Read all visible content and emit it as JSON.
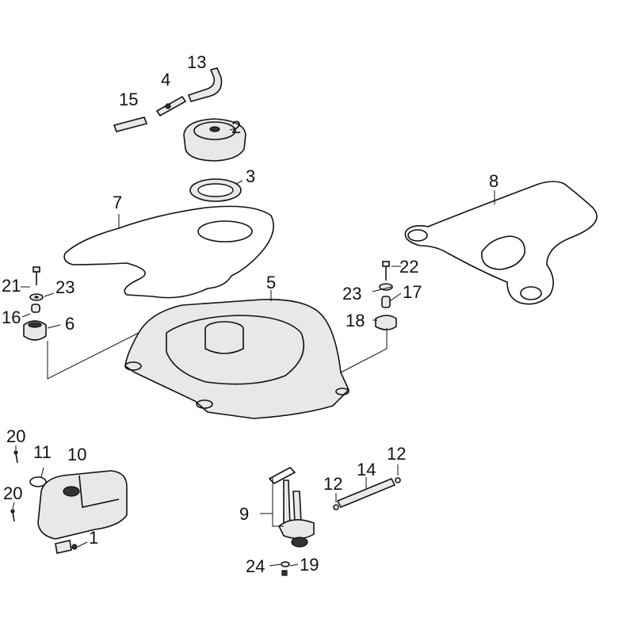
{
  "diagram": {
    "title": "Fuel tank exploded parts diagram",
    "callouts": [
      {
        "id": "c13",
        "text": "13"
      },
      {
        "id": "c4",
        "text": "4"
      },
      {
        "id": "c15",
        "text": "15"
      },
      {
        "id": "c2",
        "text": "2"
      },
      {
        "id": "c3",
        "text": "3"
      },
      {
        "id": "c7",
        "text": "7"
      },
      {
        "id": "c8",
        "text": "8"
      },
      {
        "id": "c5",
        "text": "5"
      },
      {
        "id": "c21",
        "text": "21"
      },
      {
        "id": "c23a",
        "text": "23"
      },
      {
        "id": "c22",
        "text": "22"
      },
      {
        "id": "c23b",
        "text": "23"
      },
      {
        "id": "c17",
        "text": "17"
      },
      {
        "id": "c16",
        "text": "16"
      },
      {
        "id": "c6",
        "text": "6"
      },
      {
        "id": "c18",
        "text": "18"
      },
      {
        "id": "c20a",
        "text": "20"
      },
      {
        "id": "c11",
        "text": "11"
      },
      {
        "id": "c10",
        "text": "10"
      },
      {
        "id": "c20b",
        "text": "20"
      },
      {
        "id": "c1",
        "text": "1"
      },
      {
        "id": "c12a",
        "text": "12"
      },
      {
        "id": "c14",
        "text": "14"
      },
      {
        "id": "c12b",
        "text": "12"
      },
      {
        "id": "c9",
        "text": "9"
      },
      {
        "id": "c24",
        "text": "24"
      },
      {
        "id": "c19",
        "text": "19"
      }
    ]
  }
}
